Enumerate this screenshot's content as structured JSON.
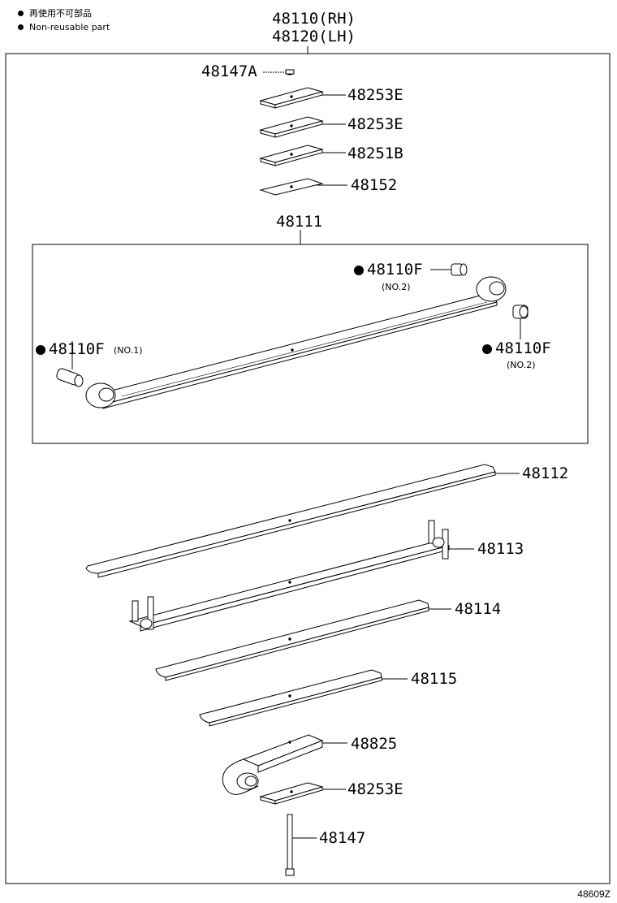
{
  "legend": {
    "symbol": "filled-circle-icon",
    "japanese": "再使用不可部品",
    "english": "Non-reusable part"
  },
  "assembly": {
    "rh": "48110(RH)",
    "lh": "48120(LH)"
  },
  "parts": {
    "p48147A": "48147A",
    "p48253E_1": "48253E",
    "p48253E_2": "48253E",
    "p48251B": "48251B",
    "p48152": "48152",
    "p48111": "48111",
    "p48110F_a": "48110F",
    "p48110F_a_note": "(NO.2)",
    "p48110F_b": "48110F",
    "p48110F_b_note": "(NO.1)",
    "p48110F_c": "48110F",
    "p48110F_c_note": "(NO.2)",
    "p48112": "48112",
    "p48113": "48113",
    "p48114": "48114",
    "p48115": "48115",
    "p48825": "48825",
    "p48253E_3": "48253E",
    "p48147": "48147"
  },
  "figure_id": "48609Z"
}
